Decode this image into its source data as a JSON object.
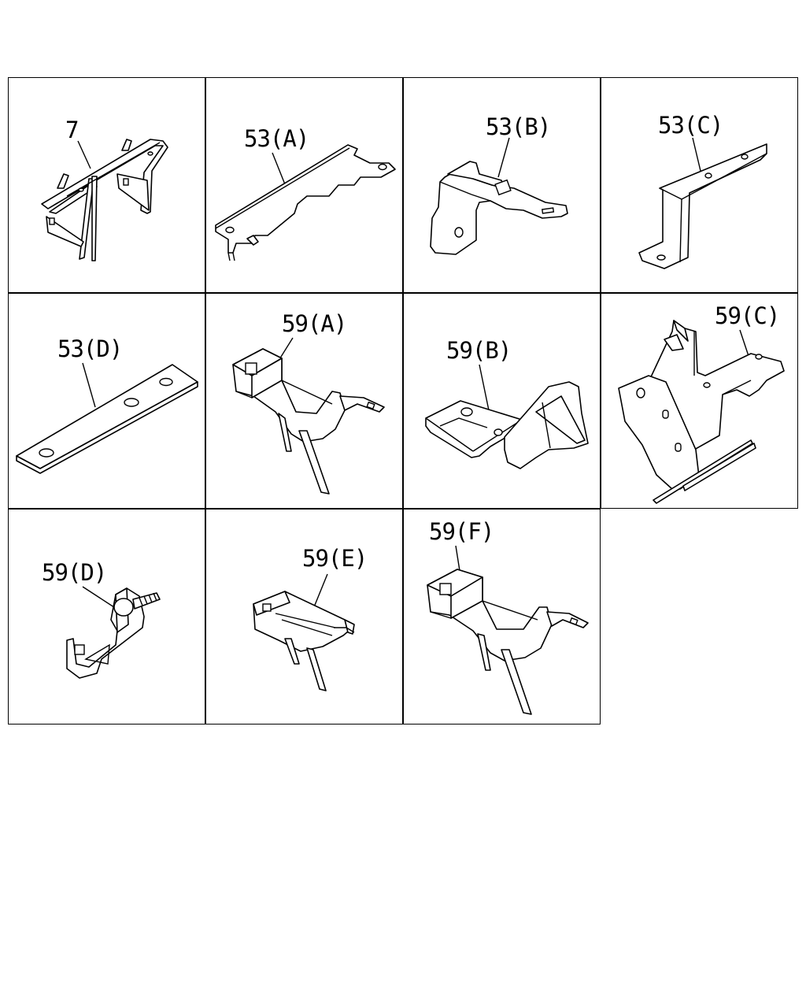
{
  "parts": [
    {
      "label": "7"
    },
    {
      "label": "53(A)"
    },
    {
      "label": "53(B)"
    },
    {
      "label": "53(C)"
    },
    {
      "label": "53(D)"
    },
    {
      "label": "59(A)"
    },
    {
      "label": "59(B)"
    },
    {
      "label": "59(C)"
    },
    {
      "label": "59(D)"
    },
    {
      "label": "59(E)"
    },
    {
      "label": "59(F)"
    }
  ]
}
